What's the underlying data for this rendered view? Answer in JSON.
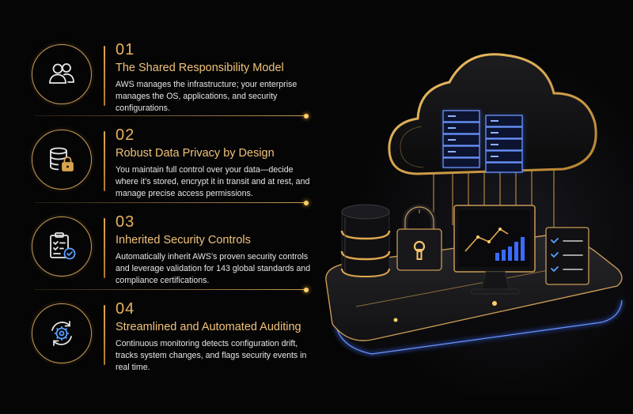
{
  "items": [
    {
      "number": "01",
      "title": "The Shared Responsibility Model",
      "description": "AWS manages the infrastructure; your enterprise manages the OS, applications, and security configurations.",
      "icon": "users-icon"
    },
    {
      "number": "02",
      "title": "Robust Data Privacy by Design",
      "description": "You maintain full control over your data—decide where it’s stored, encrypt it in transit and at rest, and manage precise access permissions.",
      "icon": "database-lock-icon"
    },
    {
      "number": "03",
      "title": "Inherited Security Controls",
      "description": "Automatically inherit AWS’s proven security controls and leverage validation for 143 global standards and compliance certifications.",
      "icon": "clipboard-check-icon"
    },
    {
      "number": "04",
      "title": "Streamlined and Automated Auditing",
      "description": "Continuous monitoring detects configuration drift, tracks system changes, and flags security events in real time.",
      "icon": "gear-refresh-icon"
    }
  ],
  "colors": {
    "accent": "#e9b060",
    "gold_line": "#c99a55",
    "background": "#050505",
    "server_blue": "#3a6bff"
  }
}
